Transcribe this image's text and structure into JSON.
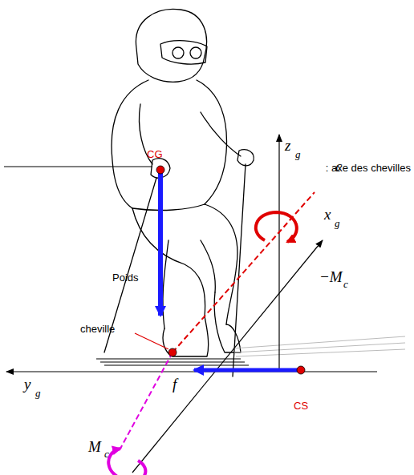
{
  "diagram": {
    "labels": [
      "CG",
      "z⃗",
      "g",
      "c",
      ": axe des chevilles",
      "Poids",
      "x⃗",
      "g",
      "−M",
      "c⃗",
      "cheville",
      "y⃗",
      "g",
      "f⃗",
      "CS",
      "M",
      "c⃗"
    ]
  }
}
